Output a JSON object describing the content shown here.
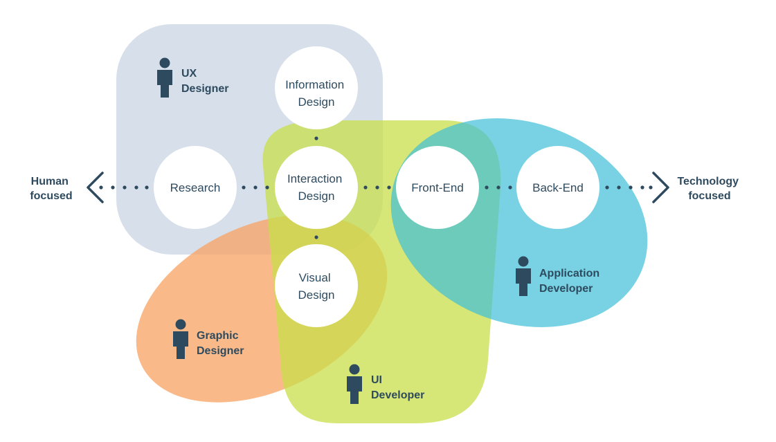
{
  "axis": {
    "left_line1": "Human",
    "left_line2": "focused",
    "right_line1": "Technology",
    "right_line2": "focused"
  },
  "areas": {
    "information_design": [
      "Information",
      "Design"
    ],
    "research": [
      "Research"
    ],
    "interaction_design": [
      "Interaction",
      "Design"
    ],
    "front_end": [
      "Front-End"
    ],
    "back_end": [
      "Back-End"
    ],
    "visual_design": [
      "Visual",
      "Design"
    ]
  },
  "roles": {
    "ux_designer": [
      "UX",
      "Designer"
    ],
    "graphic_designer": [
      "Graphic",
      "Designer"
    ],
    "ui_developer": [
      "UI",
      "Developer"
    ],
    "application_developer": [
      "Application",
      "Developer"
    ]
  },
  "colors": {
    "ux_region": "#c6d3e2",
    "graphic_region": "#f7a566",
    "ui_region": "#c8df4a",
    "app_region": "#3fbfd8",
    "text": "#2e4a5e",
    "circle": "#ffffff"
  },
  "icons": {
    "person": "person-icon",
    "arrow_left": "chevron-left-icon",
    "arrow_right": "chevron-right-icon"
  }
}
